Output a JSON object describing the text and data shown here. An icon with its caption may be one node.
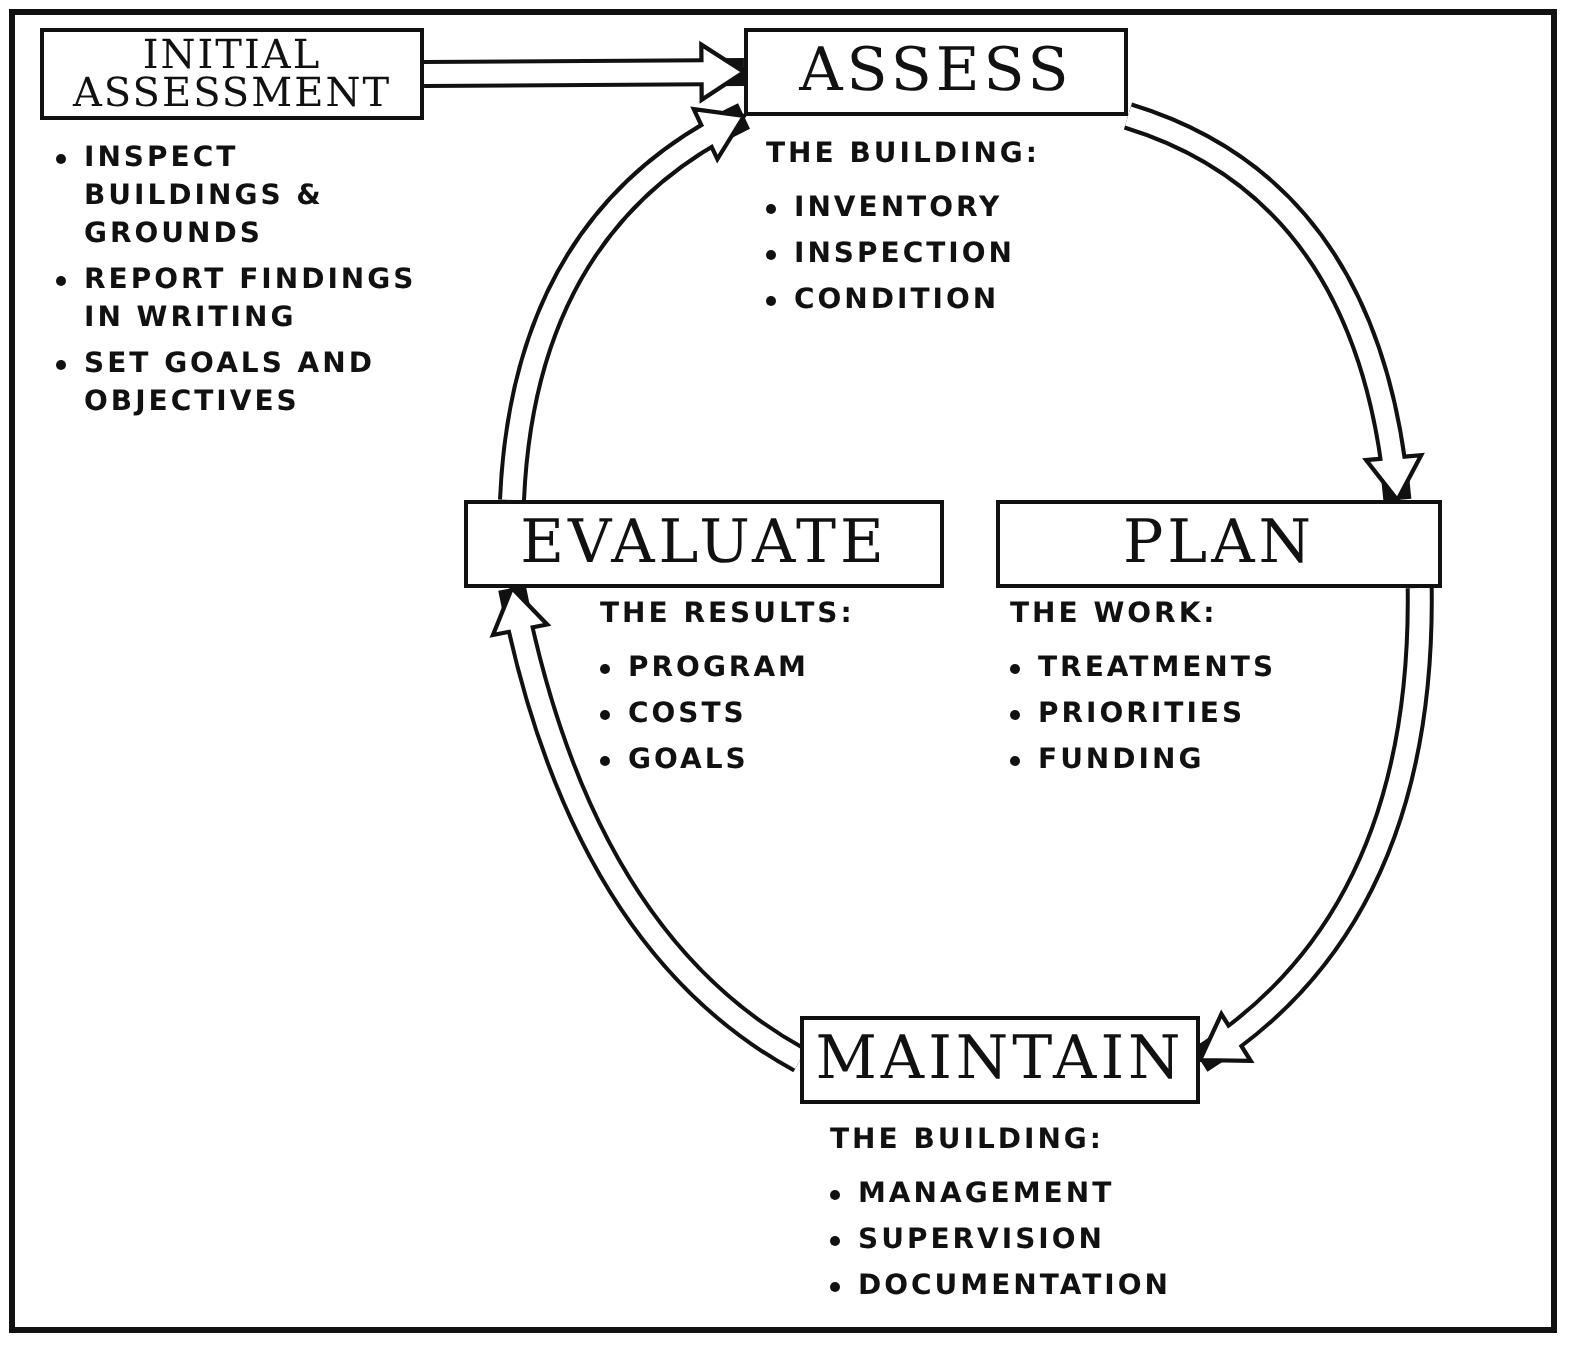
{
  "diagram": {
    "nodes": [
      {
        "text": [
          "INITIAL ASSESSMENT"
        ],
        "beside": [
          "INSPECT BUILDINGS & GROUNDS",
          "REPORT FINDINGS IN WRITING",
          "SET GOALS AND OBJECTIVES"
        ]
      },
      {
        "text": [
          "ASSESS"
        ],
        "beside": [
          "THE BUILDING:",
          "INVENTORY",
          "INSPECTION",
          "CONDITION"
        ]
      },
      {
        "text": [
          "PLAN"
        ],
        "beside": [
          "THE WORK:",
          "TREATMENTS",
          "PRIORITIES",
          "FUNDING"
        ]
      },
      {
        "text": [
          "MAINTAIN"
        ],
        "beside": [
          "THE BUILDING:",
          "MANAGEMENT",
          "SUPERVISION",
          "DOCUMENTATION"
        ]
      },
      {
        "text": [
          "EVALUATE"
        ],
        "beside": [
          "THE RESULTS:",
          "PROGRAM",
          "COSTS",
          "GOALS"
        ]
      }
    ],
    "edges": [
      {
        "from": 0,
        "to": 1,
        "arrow": "to"
      },
      {
        "from": 1,
        "to": 2,
        "arrow": "to"
      },
      {
        "from": 2,
        "to": 3,
        "arrow": "to"
      },
      {
        "from": 3,
        "to": 4,
        "arrow": "to"
      },
      {
        "from": 4,
        "to": 1,
        "arrow": "to"
      }
    ]
  }
}
